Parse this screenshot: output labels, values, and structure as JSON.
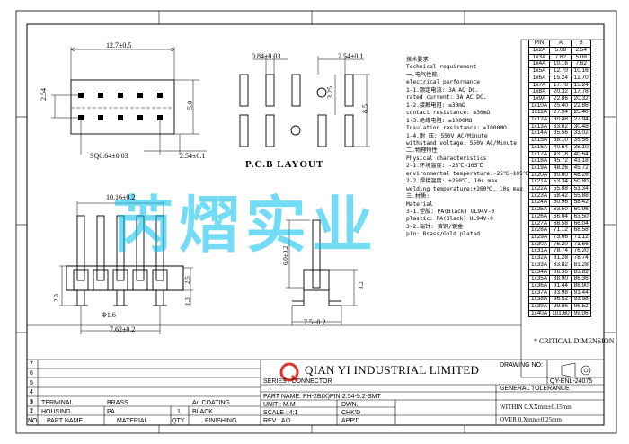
{
  "dimensions": {
    "top_width": "12.7±0.5",
    "top_height": "2.54",
    "top_height_right": "5.0",
    "sq_pin": "SQ0.64±0.03",
    "pitch": "2.54±0.1",
    "side_width": "10.16±0.2",
    "hole": "Φ1.6",
    "side_bottom": "7.62±0.2",
    "side_h1": "2.0",
    "side_h2": "1.3",
    "side_h3": "2.5",
    "end_height": "6.0±0.2",
    "end_h2": "3.2",
    "end_width": "7.5±0.2",
    "pcb_pad_w": "0.84±0.03",
    "pcb_pitch": "2.54±0.1",
    "pcb_row": "3.25",
    "pcb_total": "8.5",
    "pcb_title": "P.C.B LAYOUT"
  },
  "spec_lines": [
    "技术要求:",
    "Technical requirement",
    "一.电气性能:",
    "electrical performance",
    "  1-1.额定电流: 3A AC DC.",
    "  rated current: 3A AC DC.",
    "  1-2.接触电阻: ≤30mΩ",
    "  contact resistance: ≤30mΩ",
    "  1-3.绝缘电阻: ≥1000MΩ",
    "  Insulation resistance: ≥1000MΩ",
    "  1-4.耐  压: 550V AC/Minute",
    "  withstand voltage: 550V AC/Minute",
    "二.物理特性:",
    "Physical characteristics",
    "  2-1.环境温度: -25℃~105℃",
    "  environmental temperature:-25℃~105℃",
    "  2-2.焊接温度: +260℃, 10s max",
    "  welding temperature:+260℃, 10s max",
    "三.材质:",
    "Material",
    "  3-1.塑胶: PA(Black) UL94V-0",
    "  plastic: PA(Black) UL94V-0",
    "  3-2.端针: 黄铜/镀金",
    "  pin: Brass/Gold plated"
  ],
  "pin_table": {
    "headers": [
      "PIN",
      "A",
      "B"
    ],
    "rows": [
      [
        "1x2A",
        "5.08",
        "2.54"
      ],
      [
        "1x3A",
        "7.62",
        "5.08"
      ],
      [
        "1x4A",
        "10.16",
        "7.62"
      ],
      [
        "1x5A",
        "12.70",
        "10.16"
      ],
      [
        "1x6A",
        "15.24",
        "12.70"
      ],
      [
        "1x7A",
        "17.78",
        "15.24"
      ],
      [
        "1x8A",
        "20.32",
        "17.78"
      ],
      [
        "1x9A",
        "22.86",
        "20.32"
      ],
      [
        "1x10A",
        "25.40",
        "22.86"
      ],
      [
        "1x11A",
        "27.94",
        "25.40"
      ],
      [
        "1x12A",
        "30.48",
        "27.94"
      ],
      [
        "1x13A",
        "33.02",
        "30.48"
      ],
      [
        "1x14A",
        "35.56",
        "33.02"
      ],
      [
        "1x15A",
        "38.10",
        "35.56"
      ],
      [
        "1x16A",
        "40.64",
        "38.10"
      ],
      [
        "1x17A",
        "43.18",
        "40.64"
      ],
      [
        "1x18A",
        "45.72",
        "43.18"
      ],
      [
        "1x19A",
        "48.26",
        "45.72"
      ],
      [
        "1x20A",
        "50.80",
        "48.26"
      ],
      [
        "1x21A",
        "53.34",
        "50.80"
      ],
      [
        "1x22A",
        "55.88",
        "53.34"
      ],
      [
        "1x23A",
        "58.42",
        "55.88"
      ],
      [
        "1x24A",
        "60.96",
        "58.42"
      ],
      [
        "1x25A",
        "63.50",
        "60.96"
      ],
      [
        "1x26A",
        "66.04",
        "63.50"
      ],
      [
        "1x27A",
        "68.58",
        "66.04"
      ],
      [
        "1x28A",
        "71.12",
        "68.58"
      ],
      [
        "1x29A",
        "73.66",
        "71.12"
      ],
      [
        "1x30A",
        "76.20",
        "73.66"
      ],
      [
        "1x31A",
        "78.74",
        "76.20"
      ],
      [
        "1x32A",
        "81.28",
        "78.74"
      ],
      [
        "1x33A",
        "83.82",
        "81.28"
      ],
      [
        "1x34A",
        "86.36",
        "83.82"
      ],
      [
        "1x35A",
        "88.90",
        "86.36"
      ],
      [
        "1x36A",
        "91.44",
        "88.90"
      ],
      [
        "1x37A",
        "93.98",
        "91.44"
      ],
      [
        "1x38A",
        "96.52",
        "93.98"
      ],
      [
        "1x39A",
        "99.06",
        "96.52"
      ],
      [
        "1x40A",
        "101.60",
        "99.06"
      ]
    ]
  },
  "critical_dimension": "* CRITICAL DIMENSION",
  "watermark": "芮熠实业",
  "company": "QIAN YI INDUSTRIAL LIMITED",
  "drawing_no_label": "DRAWING NO:",
  "drawing_no": "QY-ENL-24075",
  "general_tolerance": "GENERAL TOLERANCE",
  "tol_within": "WITHIN 0.XXmm±0.15mm",
  "tol_over": "OVER   0.Xmm±0.25mm",
  "series": "SERIES : CONNECTOR",
  "part_name": "PART NAME: PH-2B(X)PIN-2.54-9.2-SMT",
  "unit": "UNIT : M.M",
  "dwn": "DWN.",
  "scale": "SCALE : 4:1",
  "chkd": "CHK'D",
  "rev": "REV   : A/0",
  "appd": "APP'D",
  "row_numbers": [
    "7",
    "6",
    "5",
    "4",
    "3",
    "2",
    "1"
  ],
  "bom_rows": [
    {
      "no": "2",
      "name": "TERMINAL",
      "material": "BRASS",
      "qty": "",
      "finishing": "Au COATING"
    },
    {
      "no": "1",
      "name": "HOUSING",
      "material": "PA",
      "qty": "1",
      "finishing": "BLACK"
    }
  ],
  "bom_header": {
    "no": "NO.",
    "name": "PART NAME",
    "material": "MATERIAL",
    "qty": "QTY",
    "finishing": "FINISHING"
  },
  "colors": {
    "watermark": "#00BEEB",
    "logo_red": "#E0302A"
  }
}
